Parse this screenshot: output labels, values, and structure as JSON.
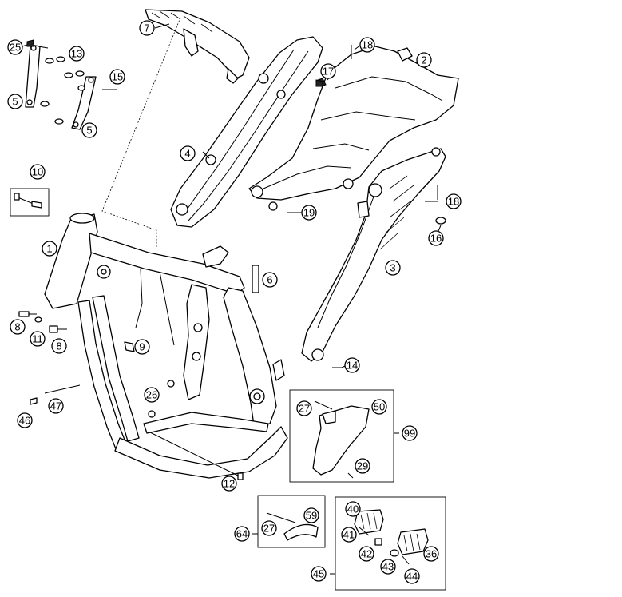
{
  "diagram": {
    "callouts": {
      "c1": "1",
      "c2": "2",
      "c3": "3",
      "c4": "4",
      "c5a": "5",
      "c5b": "5",
      "c6": "6",
      "c7": "7",
      "c8a": "8",
      "c8b": "8",
      "c9": "9",
      "c10": "10",
      "c11": "11",
      "c12": "12",
      "c13": "13",
      "c14": "14",
      "c15": "15",
      "c16": "16",
      "c17": "17",
      "c18a": "18",
      "c18b": "18",
      "c19": "19",
      "c25": "25",
      "c26": "26",
      "c27a": "27",
      "c27b": "27",
      "c29": "29",
      "c36": "36",
      "c40": "40",
      "c41": "41",
      "c42": "42",
      "c43": "43",
      "c44": "44",
      "c45": "45",
      "c46": "46",
      "c47": "47",
      "c50": "50",
      "c59": "59",
      "c64": "64",
      "c99": "99"
    }
  }
}
